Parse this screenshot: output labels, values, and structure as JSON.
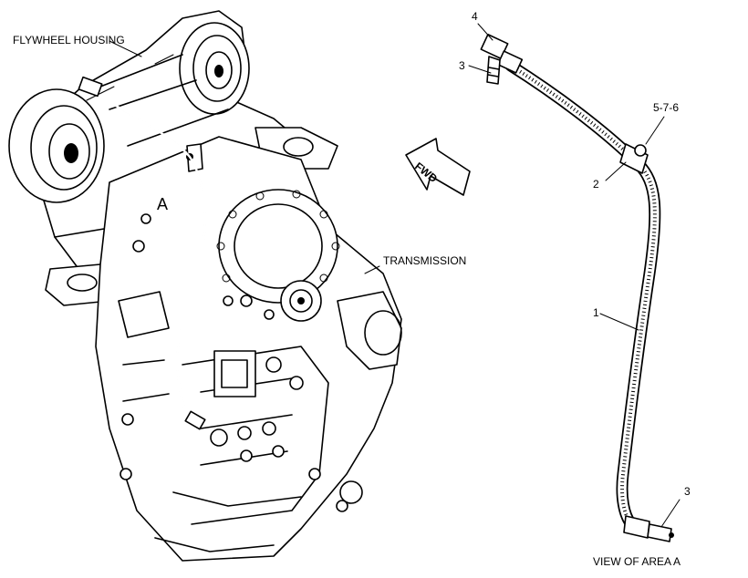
{
  "labels": {
    "flywheel_housing": "FLYWHEEL HOUSING",
    "transmission": "TRANSMISSION",
    "area_a": "A",
    "fwd": "FWD",
    "view_of_area_a": "VIEW OF AREA A",
    "callout_4": "4",
    "callout_3_top": "3",
    "callout_5_7_6": "5-7-6",
    "callout_2": "2",
    "callout_1": "1",
    "callout_3_bottom": "3"
  },
  "colors": {
    "line": "#000000",
    "background": "#ffffff"
  }
}
